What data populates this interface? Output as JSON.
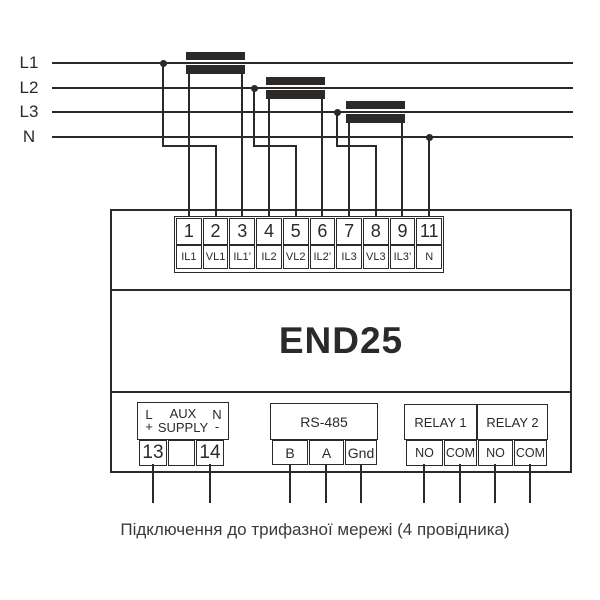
{
  "caption": "Підключення до трифазної мережі (4 провідника)",
  "device": {
    "model": "END25"
  },
  "power_lines": [
    {
      "label": "L1"
    },
    {
      "label": "L2"
    },
    {
      "label": "L3"
    },
    {
      "label": "N"
    }
  ],
  "terminal_strip": {
    "terminals": [
      {
        "number": "1",
        "label": "IL1"
      },
      {
        "number": "2",
        "label": "VL1"
      },
      {
        "number": "3",
        "label": "IL1’"
      },
      {
        "number": "4",
        "label": "IL2"
      },
      {
        "number": "5",
        "label": "VL2"
      },
      {
        "number": "6",
        "label": "IL2’"
      },
      {
        "number": "7",
        "label": "IL3"
      },
      {
        "number": "8",
        "label": "VL3"
      },
      {
        "number": "9",
        "label": "IL3’"
      },
      {
        "number": "11",
        "label": "N"
      }
    ]
  },
  "aux_supply": {
    "title_line1": "AUX",
    "title_line2": "SUPPLY",
    "left_terminal": "L",
    "left_polarity": "+",
    "right_terminal": "N",
    "right_polarity": "-",
    "terminals": [
      "13",
      "",
      "14"
    ]
  },
  "rs485": {
    "title": "RS-485",
    "terminals": [
      "B",
      "A",
      "Gnd"
    ]
  },
  "relay1": {
    "title": "RELAY 1",
    "terminals": [
      "NO",
      "COM"
    ]
  },
  "relay2": {
    "title": "RELAY 2",
    "terminals": [
      "NO",
      "COM"
    ]
  },
  "colors": {
    "line": "#2b2a29",
    "text": "#2b2a29",
    "background": "#ffffff"
  }
}
